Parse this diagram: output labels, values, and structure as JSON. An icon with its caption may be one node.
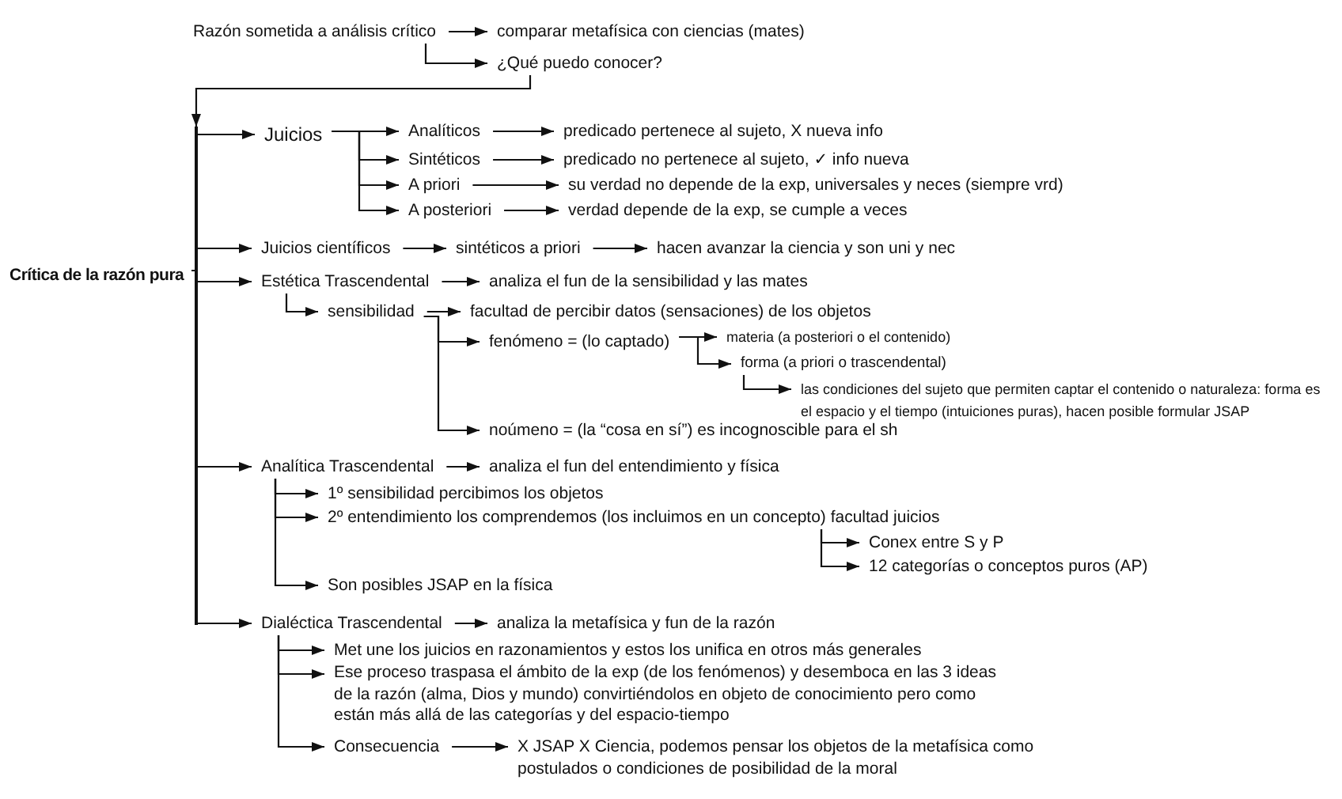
{
  "diagram": {
    "nodes": [
      {
        "text": [
          "Razón sometida a análisis crítico"
        ]
      },
      {
        "text": [
          "comparar metafísica con ciencias (mates)"
        ]
      },
      {
        "text": [
          "¿Qué puedo conocer?"
        ]
      },
      {
        "text": [
          "Crítica de la razón pura"
        ]
      },
      {
        "text": [
          "Juicios"
        ]
      },
      {
        "text": [
          "Analíticos"
        ]
      },
      {
        "text": [
          "predicado pertenece al sujeto, X nueva info"
        ]
      },
      {
        "text": [
          "Sintéticos"
        ]
      },
      {
        "text": [
          "predicado no pertenece al sujeto, ✓ info nueva"
        ]
      },
      {
        "text": [
          "A priori"
        ]
      },
      {
        "text": [
          "su verdad no depende de la exp, universales y neces (siempre vrd)"
        ]
      },
      {
        "text": [
          "A posteriori"
        ]
      },
      {
        "text": [
          "verdad depende de la exp, se cumple a veces"
        ]
      },
      {
        "text": [
          "Juicios científicos"
        ]
      },
      {
        "text": [
          "sintéticos a priori"
        ]
      },
      {
        "text": [
          "hacen avanzar la ciencia y son uni y nec"
        ]
      },
      {
        "text": [
          "Estética Trascendental"
        ]
      },
      {
        "text": [
          "analiza el fun de la sensibilidad y las mates"
        ]
      },
      {
        "text": [
          "sensibilidad"
        ]
      },
      {
        "text": [
          "facultad de percibir datos (sensaciones) de los objetos"
        ]
      },
      {
        "text": [
          "fenómeno = (lo captado)"
        ]
      },
      {
        "text": [
          "materia (a posteriori o el contenido)"
        ]
      },
      {
        "text": [
          "forma (a priori o trascendental)"
        ]
      },
      {
        "text": [
          "las condiciones del sujeto que permiten captar el contenido o naturaleza: forma es el espacio y el tiempo (intuiciones puras), hacen posible formular JSAP"
        ]
      },
      {
        "text": [
          "noúmeno = (la “cosa en sí”) es incognoscible para el sh"
        ]
      },
      {
        "text": [
          "Analítica Trascendental"
        ]
      },
      {
        "text": [
          "analiza el fun del entendimiento y física"
        ]
      },
      {
        "text": [
          "1º sensibilidad percibimos los objetos"
        ]
      },
      {
        "text": [
          "2º entendimiento los comprendemos (los incluimos en un concepto) facultad juicios"
        ]
      },
      {
        "text": [
          "Conex entre S y P"
        ]
      },
      {
        "text": [
          "12 categorías o conceptos puros (AP)"
        ]
      },
      {
        "text": [
          "Son posibles JSAP en la física"
        ]
      },
      {
        "text": [
          "Dialéctica Trascendental"
        ]
      },
      {
        "text": [
          "analiza la metafísica y fun de la razón"
        ]
      },
      {
        "text": [
          "Met une los juicios en razonamientos y estos los unifica en otros más generales"
        ]
      },
      {
        "text": [
          "Ese proceso traspasa el ámbito de la exp (de los fenómenos) y desemboca en las 3 ideas de la razón (alma, Dios y mundo) convirtiéndolos en objeto de conocimiento pero como están más allá de las categorías y del espacio-tiempo"
        ]
      },
      {
        "text": [
          "Consecuencia"
        ]
      },
      {
        "text": [
          "X JSAP X Ciencia, podemos pensar los objetos de la metafísica como postulados o condiciones de posibilidad de la moral"
        ]
      },
      {
        "text": [],
        "shape": "bar"
      }
    ],
    "edges": [
      {
        "from": 0,
        "to": 1,
        "arrow": "to"
      },
      {
        "from": 0,
        "to": 2,
        "arrow": "to"
      },
      {
        "from": 2,
        "to": 38,
        "arrow": "to"
      },
      {
        "from": 3,
        "to": 4,
        "arrow": "to"
      },
      {
        "from": 3,
        "to": 13,
        "arrow": "to"
      },
      {
        "from": 3,
        "to": 16,
        "arrow": "to"
      },
      {
        "from": 3,
        "to": 25,
        "arrow": "to"
      },
      {
        "from": 3,
        "to": 32,
        "arrow": "to"
      },
      {
        "from": 4,
        "to": 5,
        "arrow": "to"
      },
      {
        "from": 4,
        "to": 7,
        "arrow": "to"
      },
      {
        "from": 4,
        "to": 9,
        "arrow": "to"
      },
      {
        "from": 4,
        "to": 11,
        "arrow": "to"
      },
      {
        "from": 5,
        "to": 6,
        "arrow": "to"
      },
      {
        "from": 7,
        "to": 8,
        "arrow": "to"
      },
      {
        "from": 9,
        "to": 10,
        "arrow": "to"
      },
      {
        "from": 11,
        "to": 12,
        "arrow": "to"
      },
      {
        "from": 13,
        "to": 14,
        "arrow": "to"
      },
      {
        "from": 14,
        "to": 15,
        "arrow": "to"
      },
      {
        "from": 16,
        "to": 17,
        "arrow": "to"
      },
      {
        "from": 16,
        "to": 18,
        "arrow": "to"
      },
      {
        "from": 18,
        "to": 19,
        "arrow": "to"
      },
      {
        "from": 18,
        "to": 20,
        "arrow": "to"
      },
      {
        "from": 18,
        "to": 24,
        "arrow": "to"
      },
      {
        "from": 20,
        "to": 21,
        "arrow": "to"
      },
      {
        "from": 20,
        "to": 22,
        "arrow": "to"
      },
      {
        "from": 22,
        "to": 23,
        "arrow": "to"
      },
      {
        "from": 25,
        "to": 26,
        "arrow": "to"
      },
      {
        "from": 25,
        "to": 27,
        "arrow": "to"
      },
      {
        "from": 25,
        "to": 28,
        "arrow": "to"
      },
      {
        "from": 25,
        "to": 31,
        "arrow": "to"
      },
      {
        "from": 28,
        "to": 29,
        "arrow": "to"
      },
      {
        "from": 28,
        "to": 30,
        "arrow": "to"
      },
      {
        "from": 32,
        "to": 33,
        "arrow": "to"
      },
      {
        "from": 32,
        "to": 34,
        "arrow": "to"
      },
      {
        "from": 32,
        "to": 35,
        "arrow": "to"
      },
      {
        "from": 32,
        "to": 36,
        "arrow": "to"
      },
      {
        "from": 36,
        "to": 37,
        "arrow": "to"
      }
    ]
  }
}
